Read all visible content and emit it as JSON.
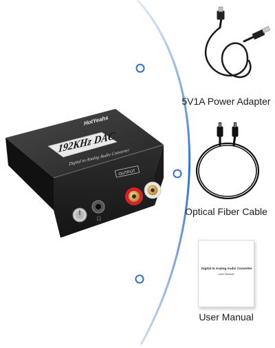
{
  "product": {
    "brand_text": "HotYeahs",
    "model_badge": "192KHz DAC",
    "subtitle": "Digital to Analog Audio Converter",
    "output_label": "OUTPUT"
  },
  "accessories": [
    {
      "label": "5V1A Power Adapter",
      "icon": "usb-cable-icon"
    },
    {
      "label": "Optical Fiber Cable",
      "icon": "optical-cable-icon"
    },
    {
      "label": "User Manual",
      "icon": "manual-icon"
    }
  ],
  "manual": {
    "title": "Digital to Analog Audio Converter",
    "subtitle": "User Manual"
  },
  "colors": {
    "accent_arc": "#2f6fce",
    "device_body": "#2b2b2b",
    "rca_red": "#d8202a",
    "rca_white": "#e8e8e8",
    "gold": "#c9a24a"
  }
}
